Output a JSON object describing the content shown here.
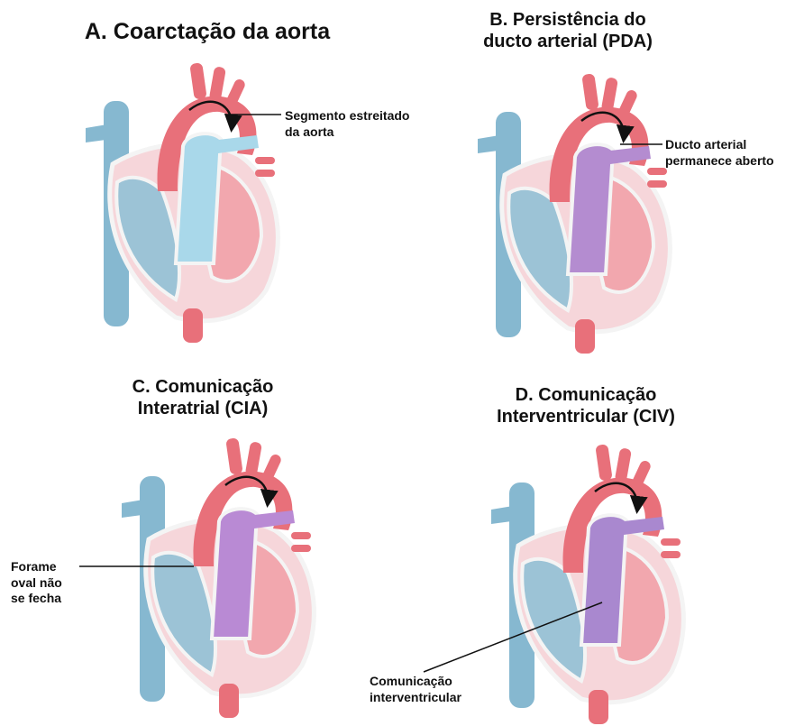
{
  "panels": [
    {
      "id": "A",
      "title": [
        "A. Coarctação da aorta"
      ],
      "callout": [
        "Segmento estreitado",
        "da aorta"
      ],
      "highlight": "#a9d8ea",
      "arrow_color": "#111111"
    },
    {
      "id": "B",
      "title": [
        "B. Persistência do",
        "ducto arterial (PDA)"
      ],
      "callout": [
        "Ducto arterial",
        "permanece aberto"
      ],
      "highlight": "#b48cd0",
      "arrow_color": "#111111"
    },
    {
      "id": "C",
      "title": [
        "C. Comunicação",
        "Interatrial (CIA)"
      ],
      "callout": [
        "Forame",
        "oval não",
        "se fecha"
      ],
      "highlight": "#b98ad4",
      "arrow_color": "#111111"
    },
    {
      "id": "D",
      "title": [
        "D. Comunicação",
        "Interventricular (CIV)"
      ],
      "callout": [
        "Comunicação",
        "interventricular"
      ],
      "highlight": "#a988cf",
      "arrow_color": "#111111"
    }
  ],
  "colors": {
    "aorta_red": "#e8707a",
    "ventricle_pink": "#f2a7ae",
    "vein_blue": "#86b8d0",
    "chamber_blue": "#9cc3d6",
    "outline_white": "#f4f4f4",
    "shadow_pink": "#f6d6da"
  }
}
